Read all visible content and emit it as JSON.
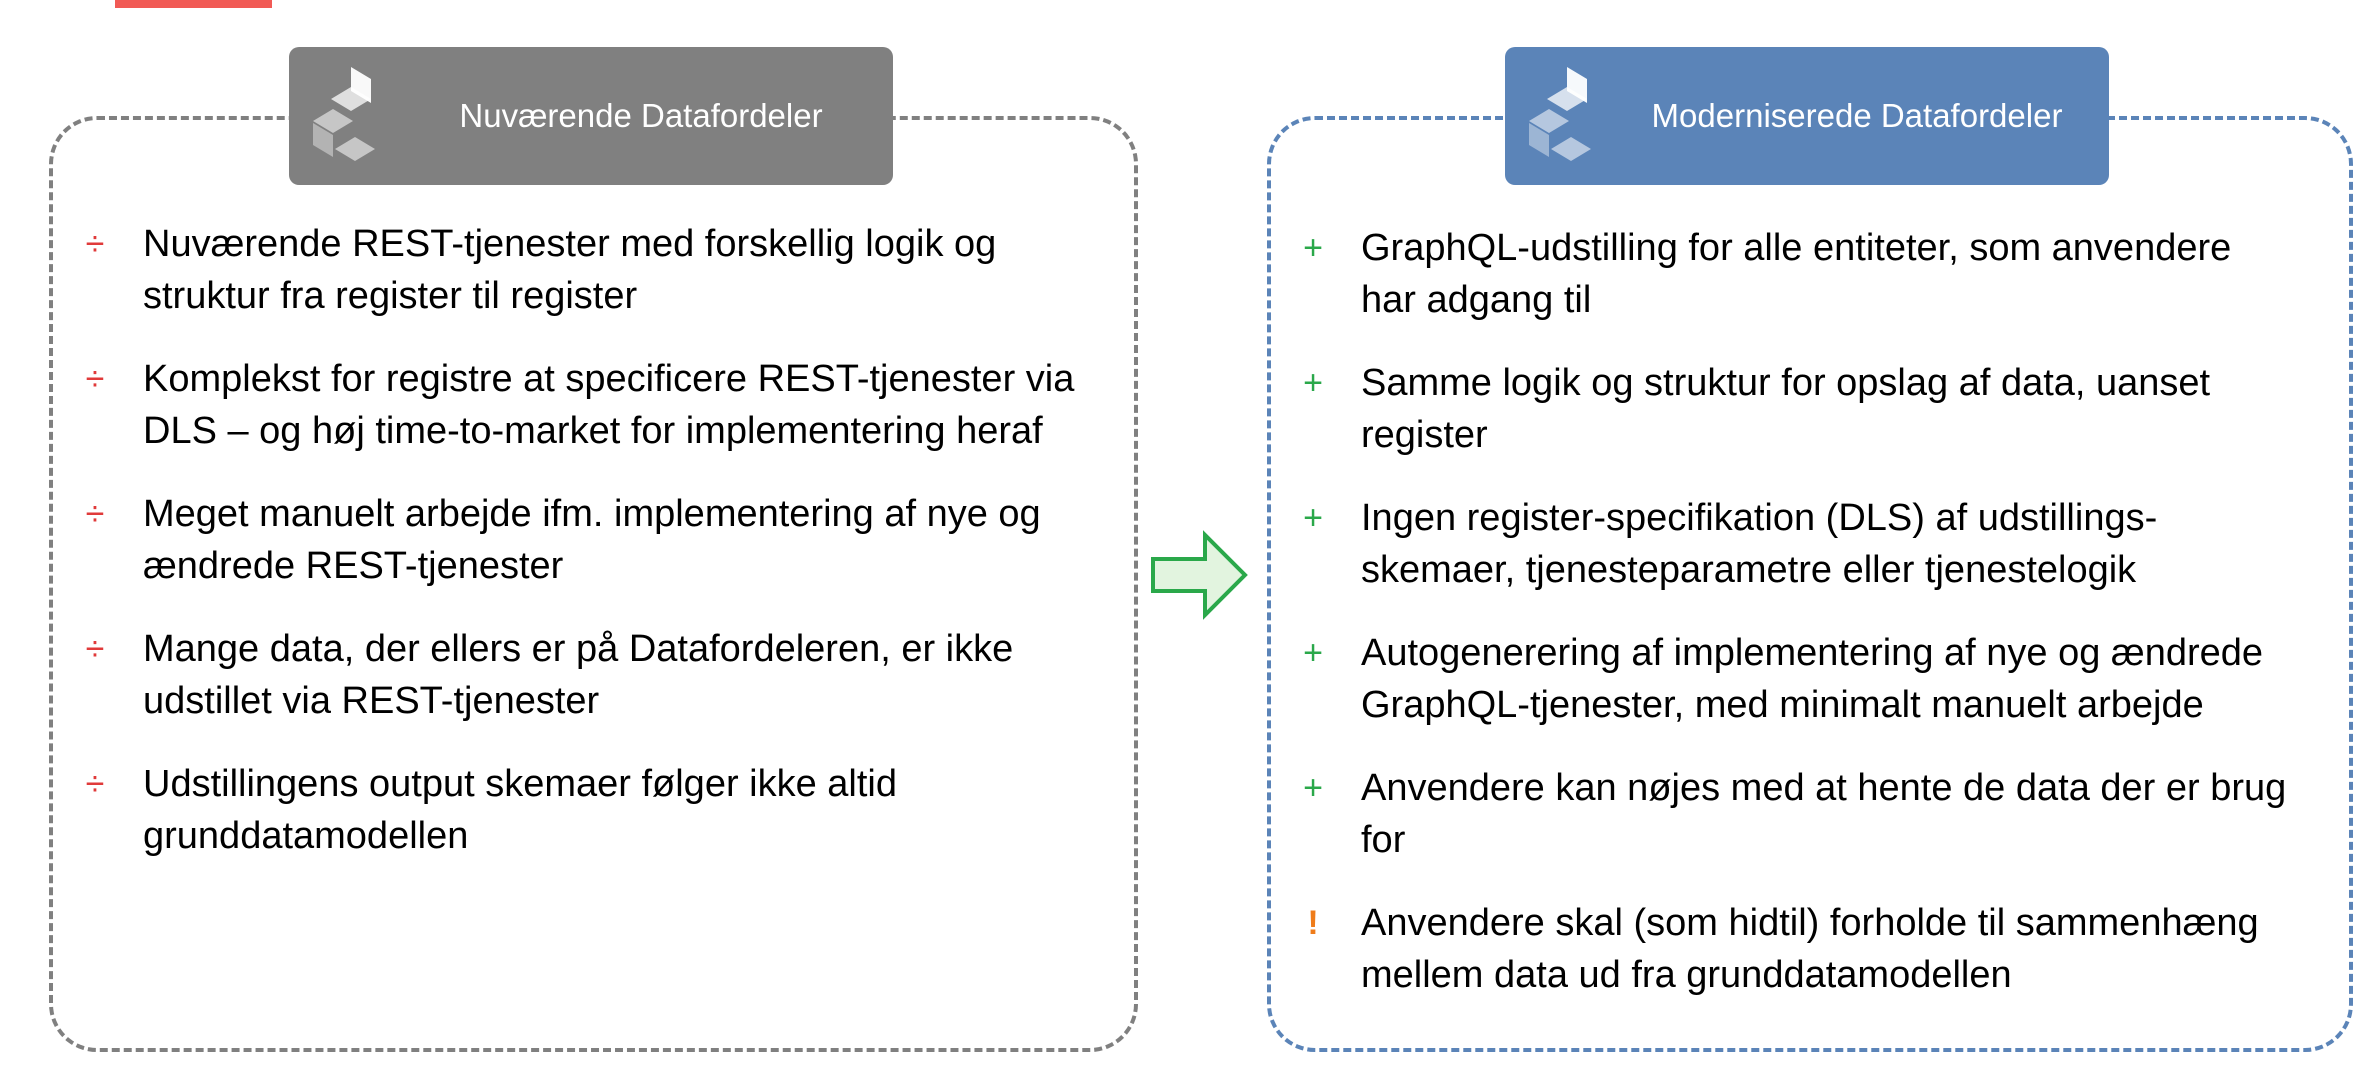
{
  "colors": {
    "accent_bar": "#f15a55",
    "left_panel": "#808080",
    "right_panel": "#5b84b8",
    "minus_marker": "#e03a3a",
    "plus_marker": "#2aa84a",
    "warning_marker": "#ef7c1a",
    "arrow_fill": "#e2f4df",
    "arrow_stroke": "#2aa84a"
  },
  "left_panel": {
    "title": "Nuværende Datafordeler",
    "icon": "datafordeler-logo-icon",
    "items": [
      {
        "marker": "÷",
        "lines": [
          "Nuværende REST-tjenester med forskellig logik og",
          "struktur fra register til register"
        ]
      },
      {
        "marker": "÷",
        "lines": [
          "Komplekst for registre at specificere REST-tjenester via",
          "DLS – og høj time-to-market for implementering heraf"
        ]
      },
      {
        "marker": "÷",
        "lines": [
          "Meget manuelt arbejde ifm. implementering af nye og",
          "ændrede REST-tjenester"
        ]
      },
      {
        "marker": "÷",
        "lines": [
          "Mange data, der ellers er på Datafordeleren, er ikke",
          "udstillet via REST-tjenester"
        ]
      },
      {
        "marker": "÷",
        "lines": [
          "Udstillingens output skemaer følger ikke altid",
          "grunddatamodellen"
        ]
      }
    ]
  },
  "right_panel": {
    "title": "Moderniserede Datafordeler",
    "icon": "datafordeler-logo-icon",
    "items": [
      {
        "marker": "+",
        "lines": [
          "GraphQL-udstilling for alle entiteter, som anvendere",
          "har adgang til"
        ]
      },
      {
        "marker": "+",
        "lines": [
          "Samme logik og struktur for opslag af data, uanset",
          "register"
        ]
      },
      {
        "marker": "+",
        "lines": [
          "Ingen register-specifikation (DLS) af udstillings-",
          "skemaer, tjenesteparametre eller tjenestelogik"
        ]
      },
      {
        "marker": "+",
        "lines": [
          "Autogenerering af implementering af nye og ændrede",
          "GraphQL-tjenester, med minimalt manuelt arbejde"
        ]
      },
      {
        "marker": "+",
        "lines": [
          "Anvendere kan nøjes med at hente de data der er brug",
          "for"
        ]
      },
      {
        "marker": "!",
        "lines": [
          "Anvendere skal (som hidtil) forholde til sammenhæng",
          "mellem data ud fra grunddatamodellen"
        ]
      }
    ]
  },
  "transition_arrow": {
    "icon": "right-arrow-icon"
  }
}
